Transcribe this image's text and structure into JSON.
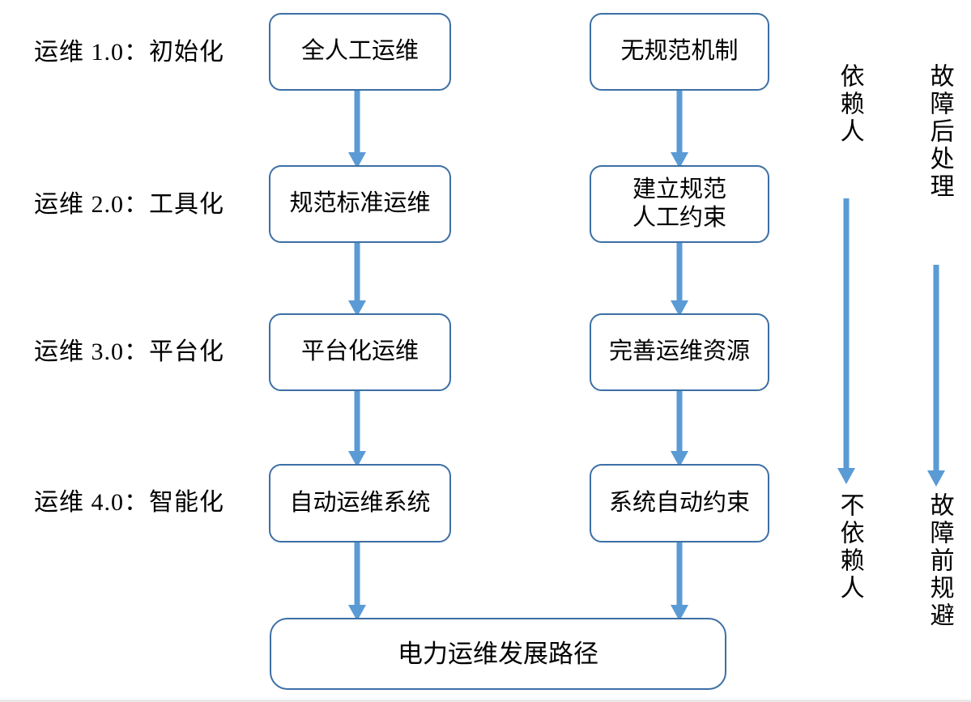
{
  "diagram": {
    "title": "电力运维发展路径",
    "colors": {
      "box_border": "#3d6fa5",
      "arrow": "#5b9bd5",
      "text": "#000000",
      "background": "#ffffff"
    },
    "stages": [
      {
        "label": "运维 1.0：初始化",
        "left_node": "全人工运维",
        "right_node": "无规范机制"
      },
      {
        "label": "运维 2.0：工具化",
        "left_node": "规范标准运维",
        "right_node": "建立规范\n人工约束"
      },
      {
        "label": "运维 3.0：平台化",
        "left_node": "平台化运维",
        "right_node": "完善运维资源"
      },
      {
        "label": "运维 4.0：智能化",
        "left_node": "自动运维系统",
        "right_node": "系统自动约束"
      }
    ],
    "stage_labels": {
      "s1": "运维 1.0：初始化",
      "s2": "运维 2.0：工具化",
      "s3": "运维 3.0：平台化",
      "s4": "运维 4.0：智能化"
    },
    "left_column": {
      "n1": "全人工运维",
      "n2": "规范标准运维",
      "n3": "平台化运维",
      "n4": "自动运维系统"
    },
    "right_column": {
      "n1": "无规范机制",
      "n2_line1": "建立规范",
      "n2_line2": "人工约束",
      "n3": "完善运维资源",
      "n4": "系统自动约束"
    },
    "summary_node": "电力运维发展路径",
    "axes": [
      {
        "top_label": "依赖人",
        "bottom_label": "不依赖人"
      },
      {
        "top_label": "故障后处理",
        "bottom_label": "故障前规避"
      }
    ],
    "axis_labels": {
      "axis1_top": "依赖人",
      "axis1_bottom": "不依赖人",
      "axis2_top": "故障后处理",
      "axis2_bottom": "故障前规避"
    }
  }
}
